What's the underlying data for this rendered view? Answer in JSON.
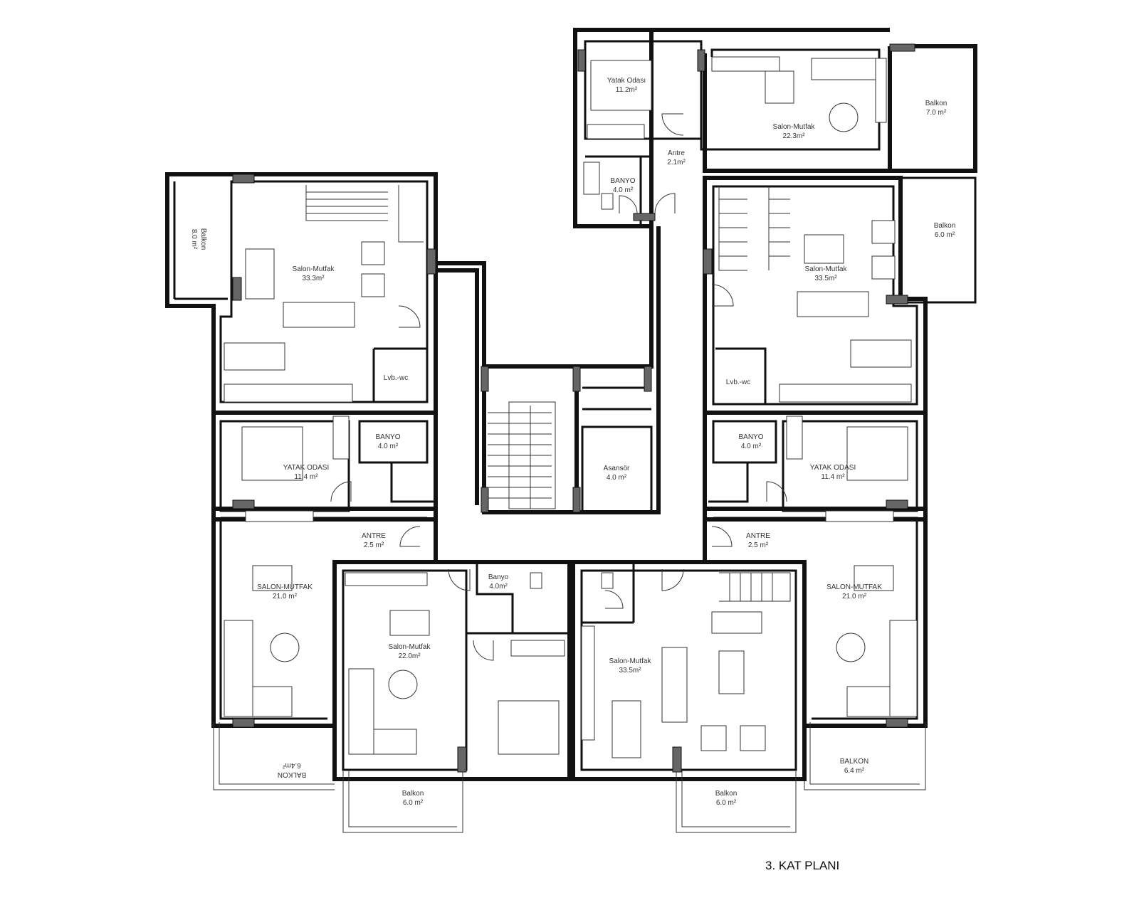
{
  "title": "3. KAT PLANI",
  "rooms": {
    "a_bed": [
      "Yatak Odası",
      "11.2m²"
    ],
    "a_liv": [
      "Salon-Mutfak",
      "22.3m²"
    ],
    "a_balc": [
      "Balkon",
      "7.0 m²"
    ],
    "a_hall": [
      "Antre",
      "2.1m²"
    ],
    "a_bath": [
      "BANYO",
      "4.0 m²"
    ],
    "b_liv": [
      "Salon-Mutfak",
      "33.3m²"
    ],
    "b_balc": [
      "Balkon",
      "8.0 m²"
    ],
    "b_wc": [
      "Lvb.-wc"
    ],
    "b_bath": [
      "BANYO",
      "4.0 m²"
    ],
    "b_bed": [
      "YATAK ODASI",
      "11.4 m²"
    ],
    "b_hall": [
      "ANTRE",
      "2.5 m²"
    ],
    "b_kit": [
      "SALON-MUTFAK",
      "21.0 m²"
    ],
    "b_balk": [
      "BALKON",
      "6.4m²"
    ],
    "c_liv": [
      "Salon-Mutfak",
      "33.5m²"
    ],
    "c_balc": [
      "Balkon",
      "6.0 m²"
    ],
    "c_wc": [
      "Lvb.-wc"
    ],
    "c_bath": [
      "BANYO",
      "4.0 m²"
    ],
    "c_bed": [
      "YATAK ODASI",
      "11.4 m²"
    ],
    "c_hall": [
      "ANTRE",
      "2.5 m²"
    ],
    "c_kit": [
      "SALON-MUTFAK",
      "21.0 m²"
    ],
    "c_balk": [
      "BALKON",
      "6.4 m²"
    ],
    "d_bath": [
      "Banyo",
      "4.0m²"
    ],
    "d_liv": [
      "Salon-Mutfak",
      "22.0m²"
    ],
    "d_balc": [
      "Balkon",
      "6.0 m²"
    ],
    "e_liv": [
      "Salon-Mutfak",
      "33.5m²"
    ],
    "e_balc": [
      "Balkon",
      "6.0 m²"
    ],
    "lift": [
      "Asansör",
      "4.0 m²"
    ]
  }
}
